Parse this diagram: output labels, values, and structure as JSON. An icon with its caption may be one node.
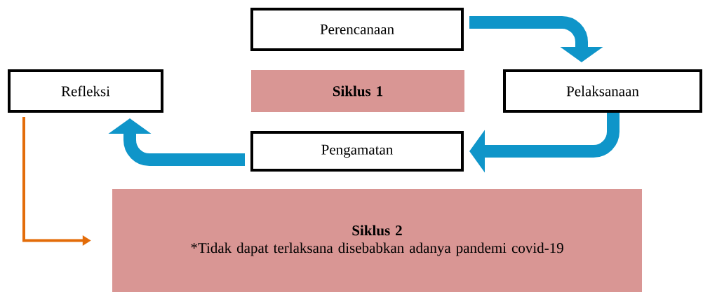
{
  "diagram": {
    "nodes": [
      {
        "text": [
          "Perencanaan"
        ]
      },
      {
        "text": [
          "Siklus 1"
        ]
      },
      {
        "text": [
          "Refleksi"
        ]
      },
      {
        "text": [
          "Pelaksanaan"
        ]
      },
      {
        "text": [
          "Pengamatan"
        ]
      },
      {
        "text": [
          "Siklus 2",
          "*Tidak dapat terlaksana disebabkan adanya pandemi covid-19"
        ]
      }
    ],
    "edges": [
      {
        "from": 0,
        "to": 3,
        "arrow": "to"
      },
      {
        "from": 3,
        "to": 4,
        "arrow": "to"
      },
      {
        "from": 4,
        "to": 2,
        "arrow": "to"
      },
      {
        "from": 2,
        "to": 5,
        "arrow": "to",
        "color": "#e36c09"
      }
    ]
  }
}
